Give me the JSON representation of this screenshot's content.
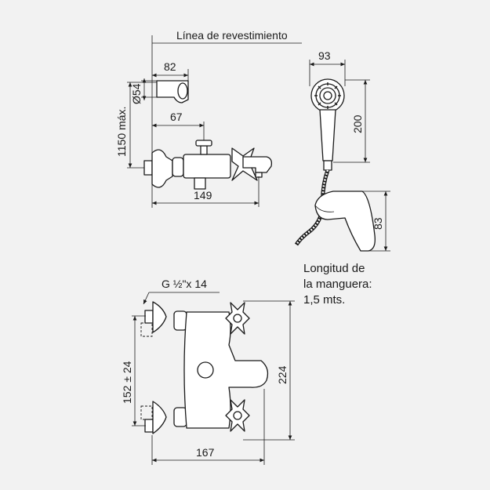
{
  "labels": {
    "wall_line": "Línea de revestimiento",
    "dim_82": "82",
    "dim_54": "Ø54",
    "dim_67": "67",
    "dim_1150": "1150 máx.",
    "dim_149": "149",
    "dim_93": "93",
    "dim_200": "200",
    "dim_83": "83",
    "thread": "G ½\"x 14",
    "dim_152": "152 ± 24",
    "dim_224": "224",
    "dim_167": "167"
  },
  "hose_note": [
    "Longitud de",
    "la manguera:",
    "1,5 mts."
  ]
}
